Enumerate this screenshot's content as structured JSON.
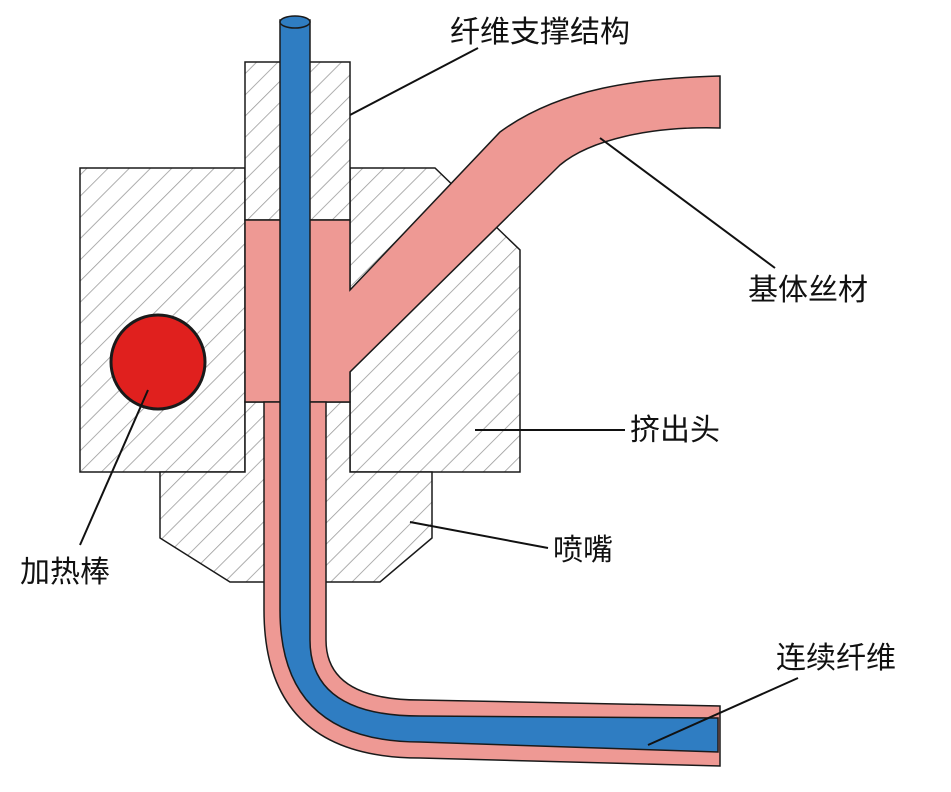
{
  "diagram": {
    "labels": {
      "fiber_support": "纤维支撑结构",
      "matrix_filament": "基体丝材",
      "extrusion_head": "挤出头",
      "nozzle": "喷嘴",
      "heating_rod": "加热棒",
      "continuous_fiber": "连续纤维"
    },
    "colors": {
      "fiber": "#2F7DC2",
      "matrix": "#EE9994",
      "heater": "#E0201E",
      "hatch": "#9A9A9A",
      "outline": "#1a1a1a"
    }
  }
}
